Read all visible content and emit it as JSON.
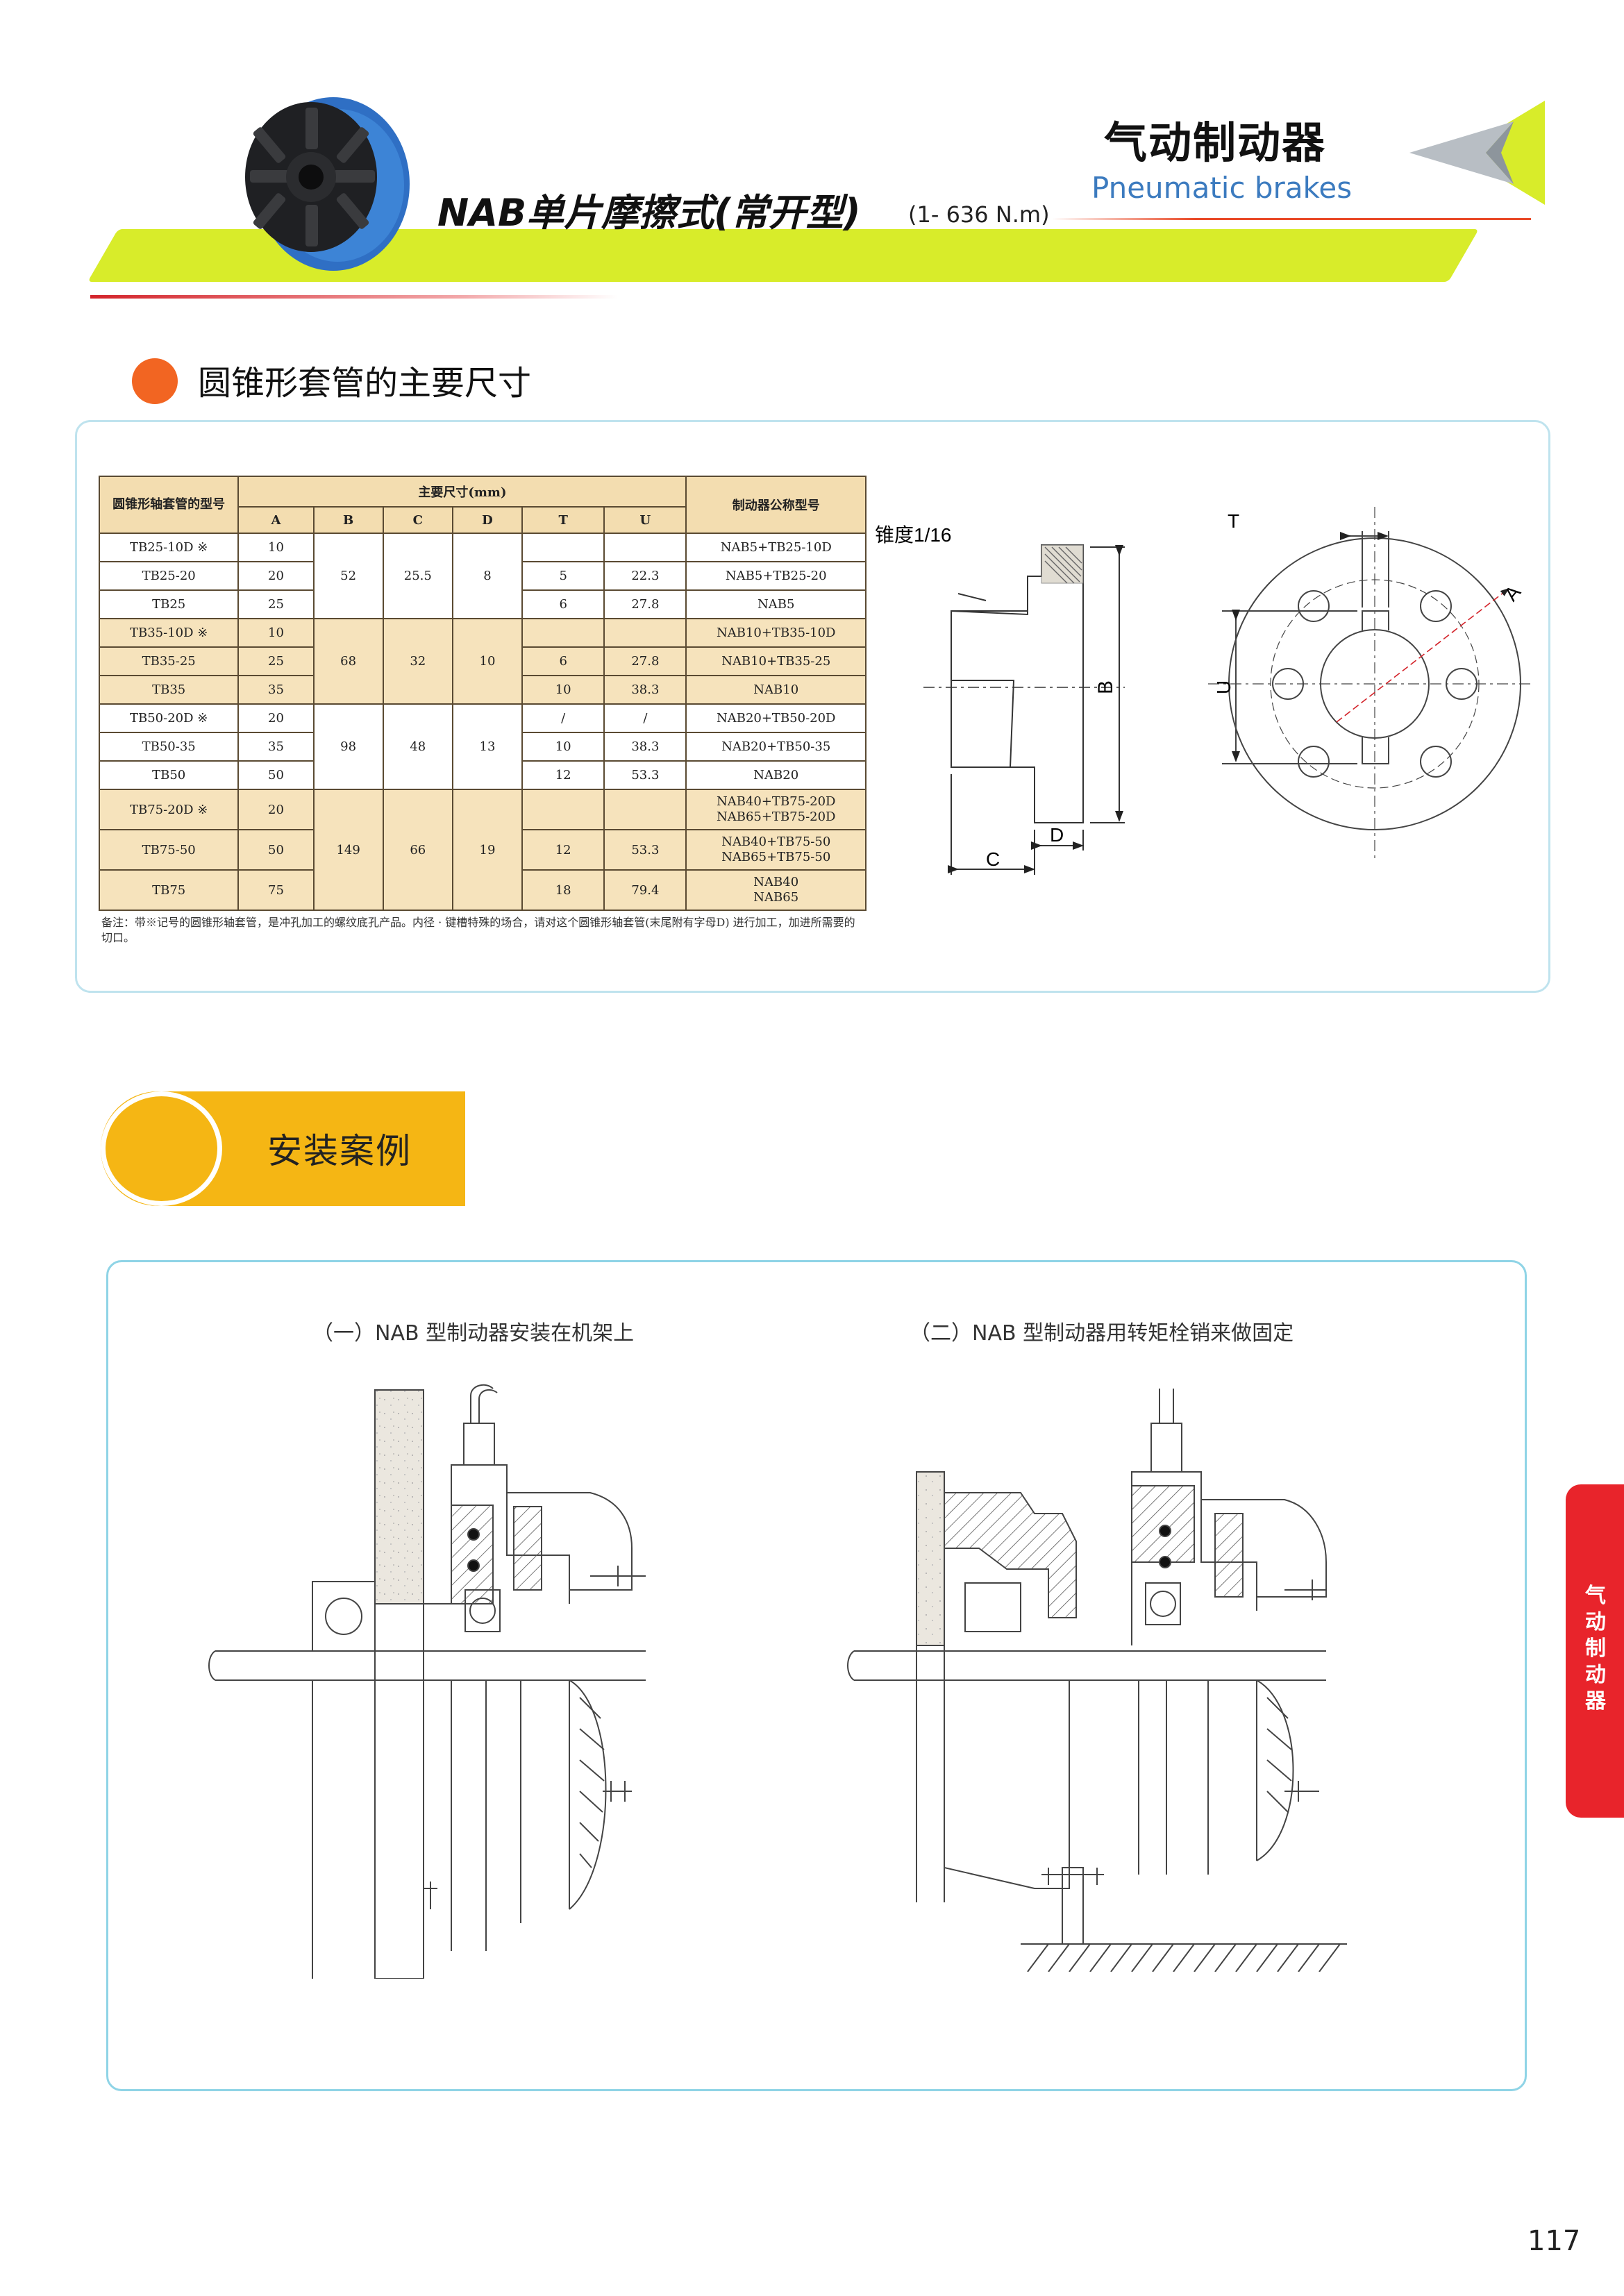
{
  "header": {
    "title": "NAB单片摩擦式(常开型)",
    "range": "(1- 636 N.m)",
    "category_cn": "气动制动器",
    "category_en": "Pneumatic brakes"
  },
  "section1": {
    "title": "圆锥形套管的主要尺寸",
    "table": {
      "col_model": "圆锥形轴套管的型号",
      "col_main": "主要尺寸(mm)",
      "col_brake": "制动器公称型号",
      "sub": [
        "A",
        "B",
        "C",
        "D",
        "T",
        "U"
      ],
      "rows": [
        {
          "model": "TB25-10D ※",
          "A": "10",
          "T": "",
          "U": "",
          "brake": "NAB5+TB25-10D"
        },
        {
          "model": "TB25-20",
          "A": "20",
          "T": "5",
          "U": "22.3",
          "brake": "NAB5+TB25-20"
        },
        {
          "model": "TB25",
          "A": "25",
          "T": "6",
          "U": "27.8",
          "brake": "NAB5"
        },
        {
          "model": "TB35-10D ※",
          "A": "10",
          "T": "",
          "U": "",
          "brake": "NAB10+TB35-10D"
        },
        {
          "model": "TB35-25",
          "A": "25",
          "T": "6",
          "U": "27.8",
          "brake": "NAB10+TB35-25"
        },
        {
          "model": "TB35",
          "A": "35",
          "T": "10",
          "U": "38.3",
          "brake": "NAB10"
        },
        {
          "model": "TB50-20D ※",
          "A": "20",
          "T": "/",
          "U": "/",
          "brake": "NAB20+TB50-20D"
        },
        {
          "model": "TB50-35",
          "A": "35",
          "T": "10",
          "U": "38.3",
          "brake": "NAB20+TB50-35"
        },
        {
          "model": "TB50",
          "A": "50",
          "T": "12",
          "U": "53.3",
          "brake": "NAB20"
        },
        {
          "model": "TB75-20D ※",
          "A": "20",
          "T": "",
          "U": "",
          "brake": "NAB40+TB75-20D\nNAB65+TB75-20D"
        },
        {
          "model": "TB75-50",
          "A": "50",
          "T": "12",
          "U": "53.3",
          "brake": "NAB40+TB75-50\nNAB65+TB75-50"
        },
        {
          "model": "TB75",
          "A": "75",
          "T": "18",
          "U": "79.4",
          "brake": "NAB40\nNAB65"
        }
      ],
      "groups": [
        {
          "B": "52",
          "C": "25.5",
          "D": "8"
        },
        {
          "B": "68",
          "C": "32",
          "D": "10"
        },
        {
          "B": "98",
          "C": "48",
          "D": "13"
        },
        {
          "B": "149",
          "C": "66",
          "D": "19"
        }
      ],
      "note": "备注：带※记号的圆锥形轴套管，是冲孔加工的螺纹底孔产品。内径 · 键槽特殊的场合，请对这个圆锥形轴套管(末尾附有字母D) 进行加工，加进所需要的切口。"
    },
    "drawing_labels": {
      "taper": "锥度1/16",
      "B": "B",
      "D": "D",
      "C": "C",
      "U": "U",
      "T": "T",
      "A": "A"
    }
  },
  "section2": {
    "title": "安装案例",
    "caption1": "（一）NAB 型制动器安装在机架上",
    "caption2": "（二）NAB 型制动器用转矩栓销来做固定"
  },
  "side_tab": "气动制动器",
  "page_number": "117",
  "colors": {
    "accent_yellow_green": "#d8ec2a",
    "orange_dot": "#f26522",
    "section_yellow": "#f5b614",
    "tab_red": "#e8242b",
    "blue_text": "#3c7bbf"
  }
}
